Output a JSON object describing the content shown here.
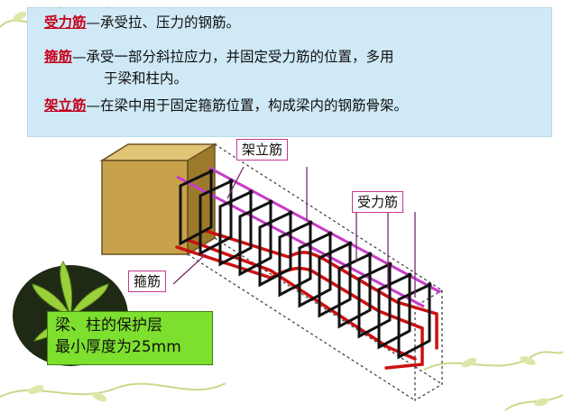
{
  "definitions": [
    {
      "term": "受力筋",
      "desc": "—承受拉、压力的钢筋。",
      "cont": ""
    },
    {
      "term": "箍筋",
      "desc": "—承受一部分斜拉应力，并固定受力筋的位置，多用",
      "cont": "于梁和柱内。"
    },
    {
      "term": "架立筋",
      "desc": "—在梁中用于固定箍筋位置，构成梁内的钢筋骨架。",
      "cont": ""
    }
  ],
  "labels": {
    "erection_bar": "架立筋",
    "main_bar": "受力筋",
    "stirrup": "箍筋"
  },
  "cover_note": {
    "line1": "梁、柱的保护层",
    "line2": "最小厚度为25mm"
  },
  "colors": {
    "term_red": "#c5001a",
    "box_blue": "#cfe9f6",
    "label_border": "#c43a8e",
    "note_green": "#7ddf2e",
    "concrete": "#c8a24a",
    "rebar_red": "#cc1010",
    "rebar_magenta": "#c83cc8",
    "stirrup_black": "#111111"
  },
  "icons": [
    "vine-ornament-icon",
    "succulent-plant-icon"
  ]
}
